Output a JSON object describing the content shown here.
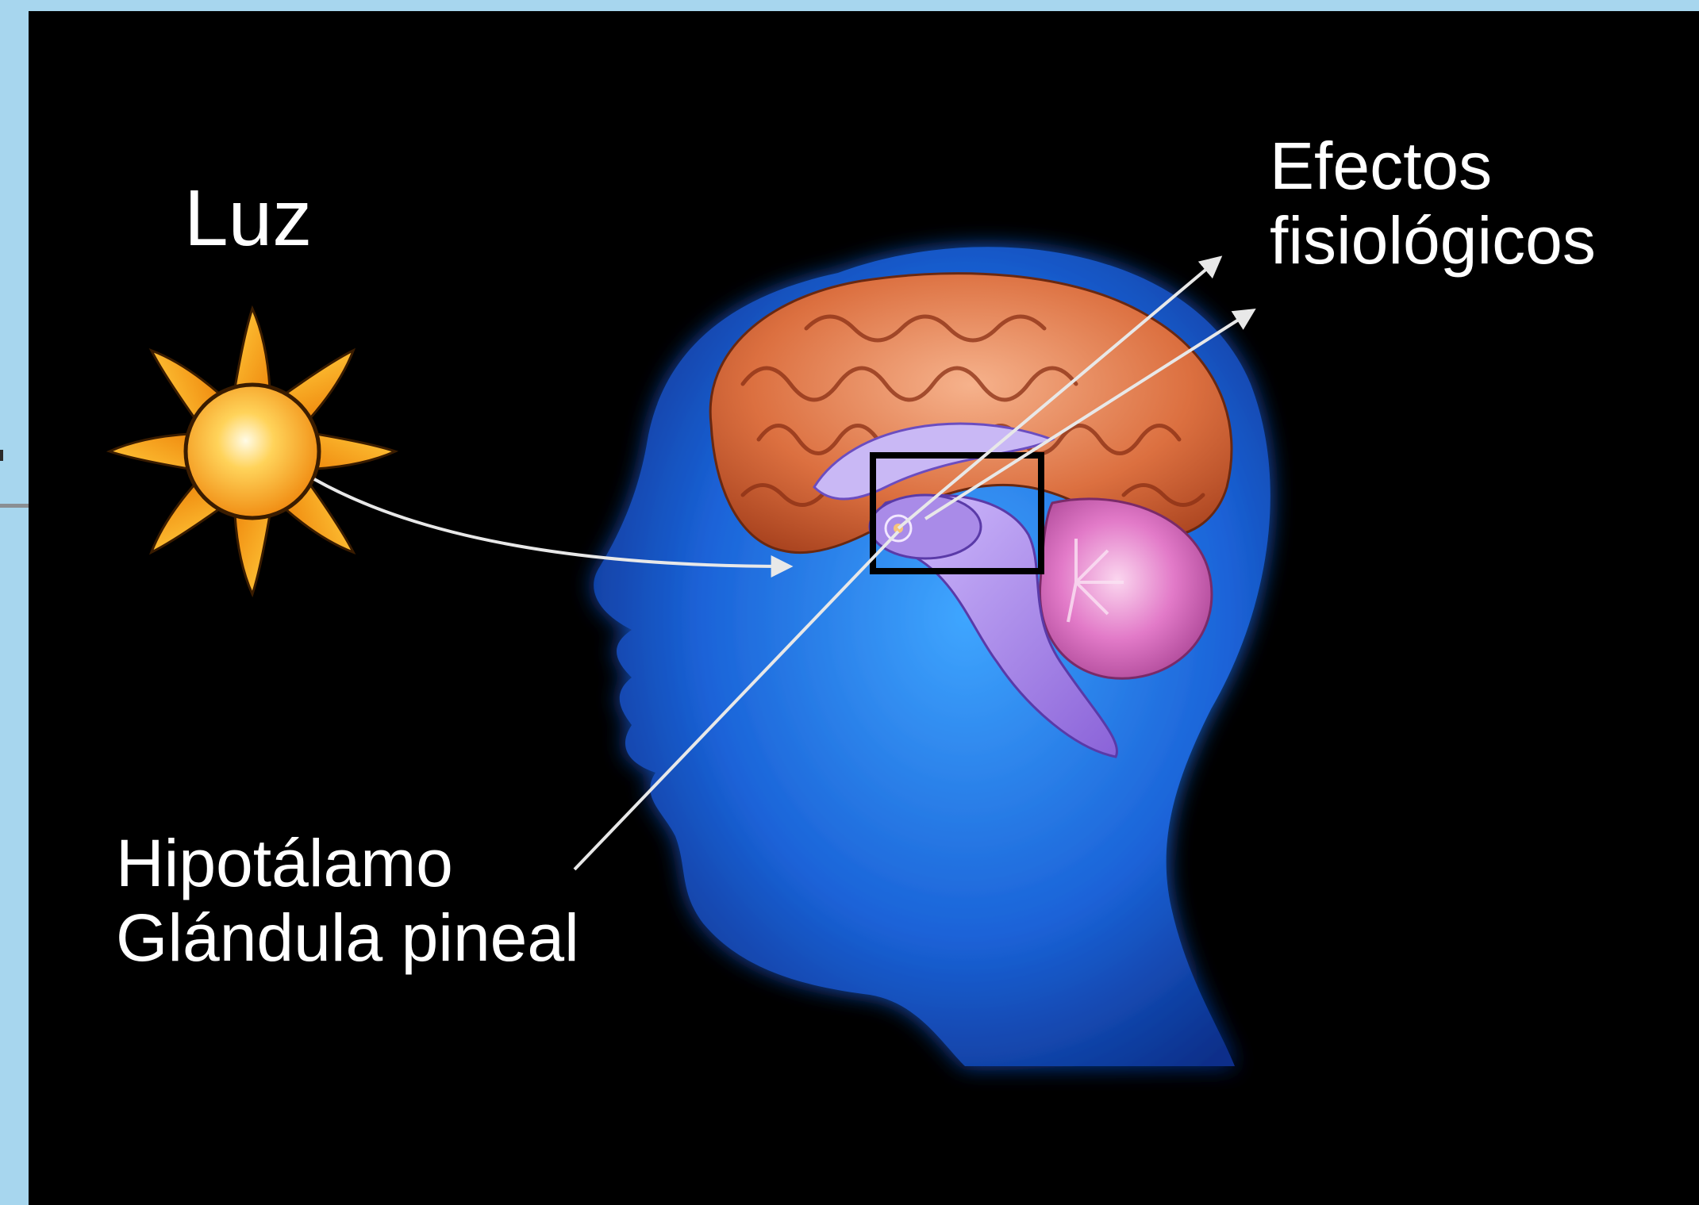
{
  "diagram": {
    "labels": {
      "light": "Luz",
      "effects_line1": "Efectos",
      "effects_line2": "fisiológicos",
      "hypothalamus": "Hipotálamo",
      "pineal_gland": "Glándula pineal"
    },
    "colors": {
      "frame": "#a7d6ee",
      "background": "#000000",
      "head": "#1f6fe0",
      "cortex": "#d86a3c",
      "cerebellum": "#e277c8",
      "brainstem": "#a07ae6",
      "sun": "#ffb522",
      "arrow": "#e8e8e8",
      "label": "#ffffff"
    },
    "icons": [
      "sun-icon",
      "head-icon",
      "brain-icon"
    ]
  }
}
